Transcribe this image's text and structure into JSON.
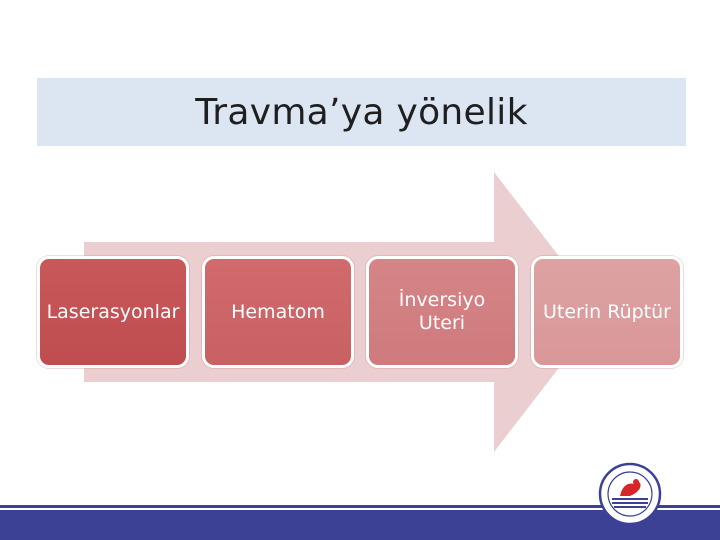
{
  "title": "Travma’ya yönelik",
  "steps": [
    {
      "label": "Laserasyonlar"
    },
    {
      "label": "Hematom"
    },
    {
      "label": "İnversiyo\nUteri"
    },
    {
      "label": "Uterin Rüptür"
    }
  ],
  "colors": {
    "title_band": "#dce6f2",
    "arrow": "#e8c7c8",
    "step_1": "#c9585a",
    "step_2": "#d16a6c",
    "step_3": "#d58587",
    "step_4": "#dea2a3",
    "footer": "#3d4196"
  }
}
